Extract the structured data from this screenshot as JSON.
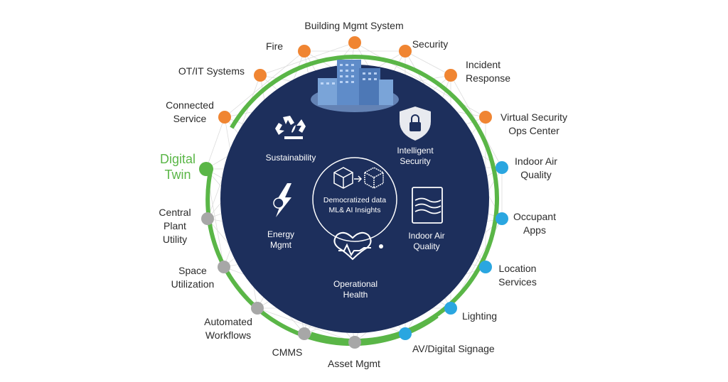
{
  "hub": {
    "line1": "Democratized data",
    "line2": "ML& AI Insights"
  },
  "inner": {
    "sustainability": "Sustainability",
    "security_1": "Intelligent",
    "security_2": "Security",
    "energy_1": "Energy",
    "energy_2": "Mgmt",
    "indoor_1": "Indoor Air",
    "indoor_2": "Quality",
    "health_1": "Operational",
    "health_2": "Health"
  },
  "twin": {
    "line1": "Digital",
    "line2": "Twin"
  },
  "outer": {
    "building_mgmt": "Building Mgmt System",
    "fire": "Fire",
    "security": "Security",
    "ot_it": "OT/IT Systems",
    "incident_1": "Incident",
    "incident_2": "Response",
    "connected_1": "Connected",
    "connected_2": "Service",
    "vsoc_1": "Virtual Security",
    "vsoc_2": "Ops Center",
    "iaq_1": "Indoor Air",
    "iaq_2": "Quality",
    "occupant_1": "Occupant",
    "occupant_2": "Apps",
    "location_1": "Location",
    "location_2": "Services",
    "lighting": "Lighting",
    "av": "AV/Digital Signage",
    "asset": "Asset Mgmt",
    "cmms": "CMMS",
    "workflows_1": "Automated",
    "workflows_2": "Workflows",
    "space_1": "Space",
    "space_2": "Utilization",
    "plant_1": "Central",
    "plant_2": "Plant",
    "plant_3": "Utility"
  },
  "colors": {
    "navy": "#1d2f5c",
    "green": "#5ab647",
    "orange": "#f08532",
    "blue": "#2aa6e0",
    "gray": "#a7a7a7"
  }
}
